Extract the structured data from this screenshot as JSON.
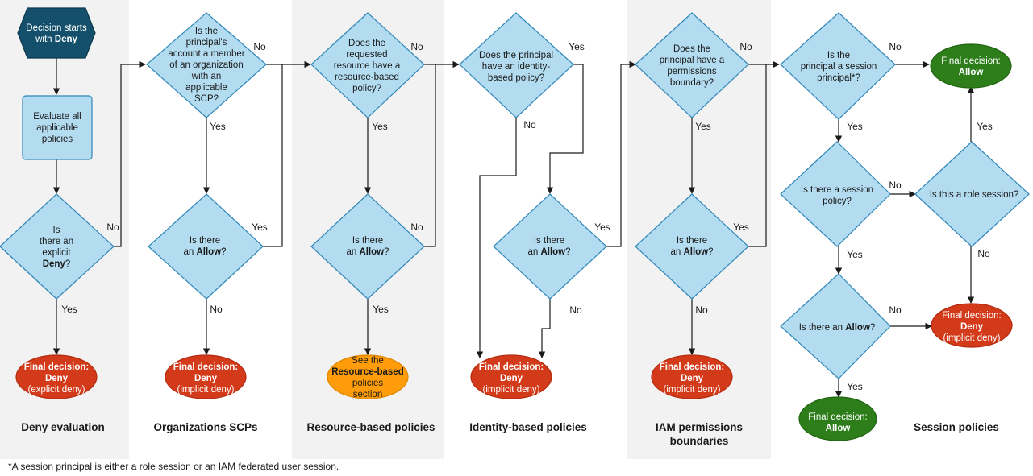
{
  "columns": {
    "deny": "Deny evaluation",
    "scps": "Organizations SCPs",
    "resource": "Resource-based policies",
    "identity": "Identity-based policies",
    "boundaries_1": "IAM permissions",
    "boundaries_2": "boundaries",
    "session": "Session policies"
  },
  "nodes": {
    "start": [
      "Decision starts",
      "with ",
      "Deny"
    ],
    "evaluate": [
      "Evaluate all",
      "applicable",
      "policies"
    ],
    "explicit_deny": [
      "Is",
      "there an",
      "explicit",
      "Deny",
      "?"
    ],
    "scp_member": [
      "Is the",
      "principal's",
      "account a member",
      "of an organization",
      "with an",
      "applicable",
      "SCP?"
    ],
    "scp_allow": [
      "Is there",
      "an ",
      "Allow",
      "?"
    ],
    "rb_has": [
      "Does the",
      "requested",
      "resource have a",
      "resource-based",
      "policy?"
    ],
    "rb_allow": [
      "Is there",
      "an ",
      "Allow",
      "?"
    ],
    "ib_has": [
      "Does the principal",
      "have an identity-",
      "based policy?"
    ],
    "ib_allow": [
      "Is there",
      "an ",
      "Allow",
      "?"
    ],
    "pb_has": [
      "Does the",
      "principal have a",
      "permissions",
      "boundary?"
    ],
    "pb_allow": [
      "Is there",
      "an ",
      "Allow",
      "?"
    ],
    "sess_principal": [
      "Is the",
      "principal a session",
      "principal*?"
    ],
    "sess_policy": [
      "Is there a session",
      "policy?"
    ],
    "role_session": "Is this a role session?",
    "sess_allow": [
      "Is there an ",
      "Allow",
      "?"
    ]
  },
  "finals": {
    "deny_explicit": [
      "Final decision:",
      "Deny",
      "(explicit deny)"
    ],
    "scp_deny": [
      "Final decision:",
      "Deny",
      "(implicit deny)"
    ],
    "rb_see": [
      "See the",
      "Resource-based",
      "policies",
      "section"
    ],
    "ib_deny": [
      "Final decision:",
      "Deny",
      "(implicit deny)"
    ],
    "pb_deny": [
      "Final decision:",
      "Deny",
      "(implicit deny)"
    ],
    "sess_allow_top": [
      "Final decision:",
      "Allow"
    ],
    "sess_deny": [
      "Final decision:",
      "Deny",
      "(implicit deny)"
    ],
    "sess_allow_bottom": [
      "Final decision:",
      "Allow"
    ]
  },
  "edge_labels": {
    "yes": "Yes",
    "no": "No"
  },
  "footnote": "*A session principal is either a role session or an IAM federated user session.",
  "colors": {
    "decision_fill": "#b3dcf0",
    "deny": "#d33a1a",
    "allow": "#2d7d1a",
    "see_section": "#ff9c0a",
    "start": "#14506b",
    "band": "#f2f2f2"
  }
}
